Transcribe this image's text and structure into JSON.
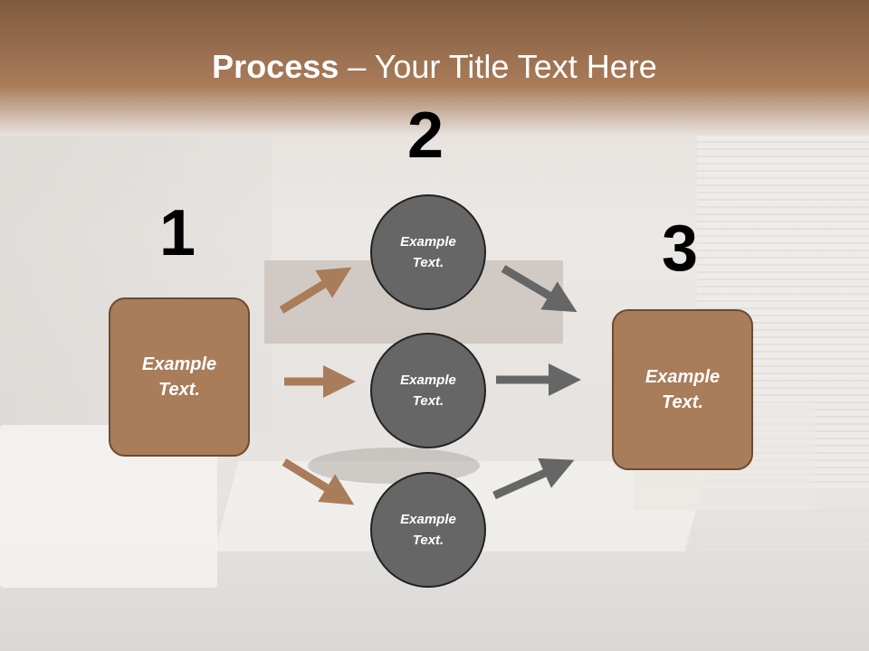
{
  "title": {
    "bold": "Process",
    "rest": " – Your Title Text Here"
  },
  "steps": [
    {
      "number": "1",
      "text": "Example Text."
    },
    {
      "number": "2",
      "texts": [
        "Example Text.",
        "Example Text.",
        "Example Text."
      ]
    },
    {
      "number": "3",
      "text": "Example Text."
    }
  ],
  "colors": {
    "box_fill": "#a97c5a",
    "box_border": "#6a4b33",
    "circle_fill": "#666666",
    "arrow_brown": "#a97c5a",
    "arrow_gray": "#666666"
  }
}
